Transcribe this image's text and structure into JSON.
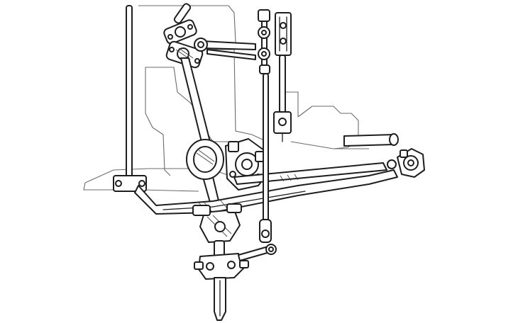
{
  "figure": {
    "kind": "technical line illustration",
    "subject": "suspension-linkage",
    "colors": {
      "background": "#ffffff",
      "ink": "#1e1e1e",
      "ghost_outline": "#6b6b6b"
    },
    "parts": [
      "vertical-post",
      "upper-link",
      "pivot-bushing",
      "diagonal-strut",
      "center-hub",
      "lower-arm",
      "forward-rod",
      "rear-eyelet",
      "steering-knuckle",
      "stub-axle",
      "vertical-rod",
      "adjuster-tube",
      "damper"
    ]
  }
}
